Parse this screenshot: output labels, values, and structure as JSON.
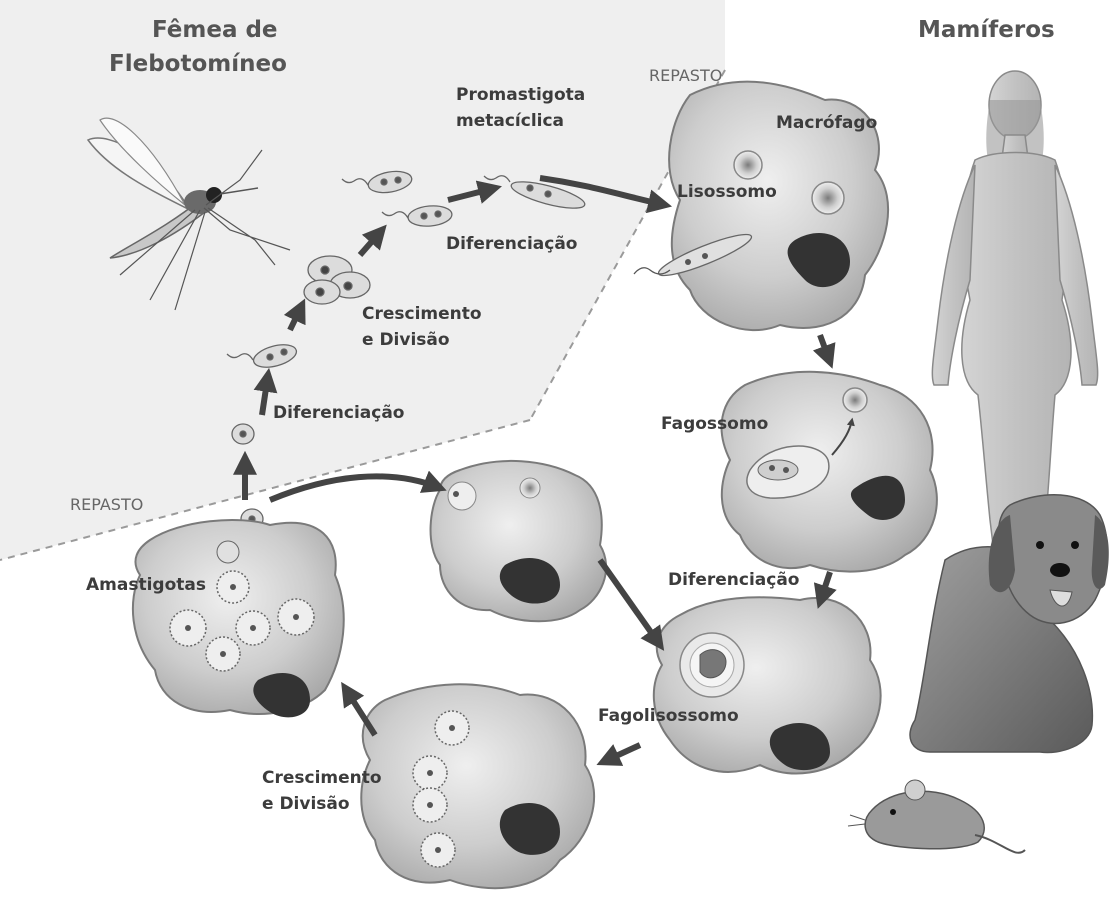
{
  "titles": {
    "vector_line1": "Fêmea de",
    "vector_line2": "Flebotomíneo",
    "hosts": "Mamíferos"
  },
  "labels": {
    "repasto_top": "REPASTO",
    "repasto_left": "REPASTO",
    "promastigota_line1": "Promastigota",
    "promastigota_line2": "metacíclica",
    "macrofago": "Macrófago",
    "lisossomo": "Lisossomo",
    "diferenciacao_top": "Diferenciação",
    "crescimento_top_line1": "Crescimento",
    "crescimento_top_line2": "e Divisão",
    "diferenciacao_left": "Diferenciação",
    "fagossomo": "Fagossomo",
    "diferenciacao_right": "Diferenciação",
    "amastigotas": "Amastigotas",
    "fagolisossomo": "Fagolisossomo",
    "crescimento_bottom_line1": "Crescimento",
    "crescimento_bottom_line2": "e Divisão"
  },
  "colors": {
    "vector_zone": "#efefef",
    "cell_fill": "#c4c4c4",
    "cell_edge": "#7a7a7a",
    "nucleus": "#3a3a3a",
    "arrow": "#444444",
    "label_text": "#3c3c3c",
    "dashed_line": "#9a9a9a"
  },
  "icons": {
    "vector": "sandfly-icon",
    "host_human": "human-silhouette-icon",
    "host_dog": "dog-icon",
    "host_mouse": "mouse-icon"
  }
}
